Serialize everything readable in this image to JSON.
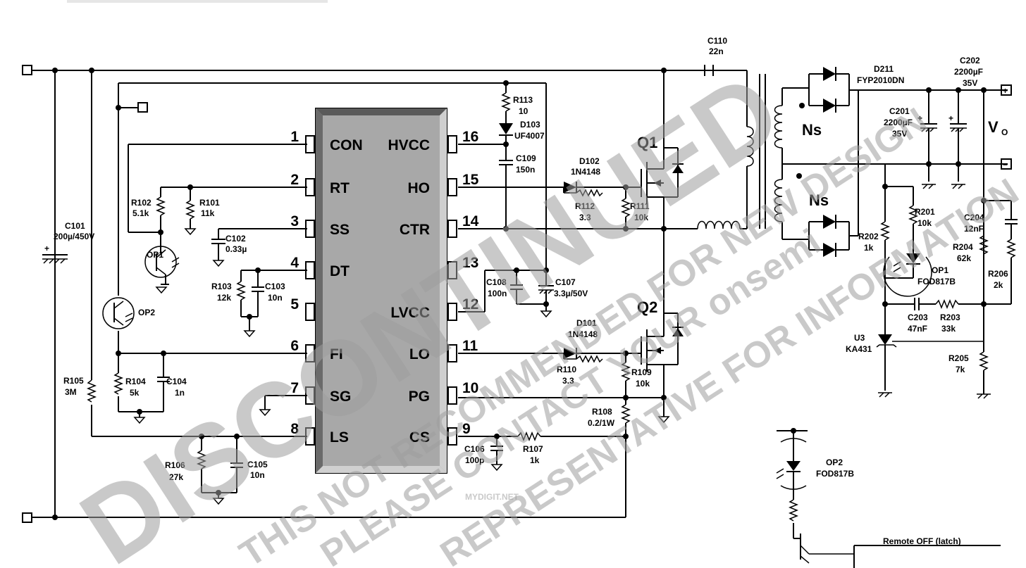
{
  "ic": {
    "pins_left": [
      {
        "num": "1",
        "name": "CON"
      },
      {
        "num": "2",
        "name": "RT"
      },
      {
        "num": "3",
        "name": "SS"
      },
      {
        "num": "4",
        "name": "DT"
      },
      {
        "num": "5",
        "name": ""
      },
      {
        "num": "6",
        "name": "FI"
      },
      {
        "num": "7",
        "name": "SG"
      },
      {
        "num": "8",
        "name": "LS"
      }
    ],
    "pins_right": [
      {
        "num": "16",
        "name": "HVCC"
      },
      {
        "num": "15",
        "name": "HO"
      },
      {
        "num": "14",
        "name": "CTR"
      },
      {
        "num": "13",
        "name": ""
      },
      {
        "num": "12",
        "name": "LVCC"
      },
      {
        "num": "11",
        "name": "LO"
      },
      {
        "num": "10",
        "name": "PG"
      },
      {
        "num": "9",
        "name": "CS"
      }
    ]
  },
  "components": {
    "C101": {
      "ref": "C101",
      "value": "200µ/450V"
    },
    "C102": {
      "ref": "C102",
      "value": "0.33µ"
    },
    "C103": {
      "ref": "C103",
      "value": "10n"
    },
    "C104": {
      "ref": "C104",
      "value": "1n"
    },
    "C105": {
      "ref": "C105",
      "value": "10n"
    },
    "C106": {
      "ref": "C106",
      "value": "100p"
    },
    "C107": {
      "ref": "C107",
      "value": "3.3µ/50V"
    },
    "C108": {
      "ref": "C108",
      "value": "100n"
    },
    "C109": {
      "ref": "C109",
      "value": "150n"
    },
    "C110": {
      "ref": "C110",
      "value": "22n"
    },
    "C201": {
      "ref": "C201",
      "value": "2200µF",
      "value2": "35V"
    },
    "C202": {
      "ref": "C202",
      "value": "2200µF",
      "value2": "35V"
    },
    "C203": {
      "ref": "C203",
      "value": "47nF"
    },
    "C204": {
      "ref": "C204",
      "value": "12nF"
    },
    "R101": {
      "ref": "R101",
      "value": "11k"
    },
    "R102": {
      "ref": "R102",
      "value": "5.1k"
    },
    "R103": {
      "ref": "R103",
      "value": "12k"
    },
    "R104": {
      "ref": "R104",
      "value": "5k"
    },
    "R105": {
      "ref": "R105",
      "value": "3M"
    },
    "R106": {
      "ref": "R106",
      "value": "27k"
    },
    "R107": {
      "ref": "R107",
      "value": "1k"
    },
    "R108": {
      "ref": "R108",
      "value": "0.2/1W"
    },
    "R109": {
      "ref": "R109",
      "value": "10k"
    },
    "R110": {
      "ref": "R110",
      "value": "3.3"
    },
    "R111": {
      "ref": "R111",
      "value": "10k"
    },
    "R112": {
      "ref": "R112",
      "value": "3.3"
    },
    "R113": {
      "ref": "R113",
      "value": "10"
    },
    "R201": {
      "ref": "R201",
      "value": "10k"
    },
    "R202": {
      "ref": "R202",
      "value": "1k"
    },
    "R203": {
      "ref": "R203",
      "value": "33k"
    },
    "R204": {
      "ref": "R204",
      "value": "62k"
    },
    "R205": {
      "ref": "R205",
      "value": "7k"
    },
    "R206": {
      "ref": "R206",
      "value": "2k"
    },
    "D101": {
      "ref": "D101",
      "value": "1N4148"
    },
    "D102": {
      "ref": "D102",
      "value": "1N4148"
    },
    "D103": {
      "ref": "D103",
      "value": "UF4007"
    },
    "D211": {
      "ref": "D211",
      "value": "FYP2010DN"
    },
    "U3": {
      "ref": "U3",
      "value": "KA431"
    },
    "Q1": {
      "ref": "Q1"
    },
    "Q2": {
      "ref": "Q2"
    },
    "OP1_left": {
      "ref": "OP1"
    },
    "OP2_left": {
      "ref": "OP2"
    },
    "OP1_right": {
      "ref": "OP1",
      "value": "FOD817B"
    },
    "OP2_right": {
      "ref": "OP2",
      "value": "FOD817B"
    }
  },
  "labels": {
    "ns_top": "Ns",
    "ns_bottom": "Ns",
    "vo": "V",
    "vo_sub": "O",
    "remote_off": "Remote OFF (latch)",
    "plus": "+",
    "minus": "−"
  },
  "watermark": {
    "line1": "DISCONTINUED",
    "line2": "THIS NOT RECOMMENDED FOR NEW DESIGN",
    "line3": "PLEASE CONTACT YOUR onsemi",
    "line4": "REPRESENTATIVE FOR INFORMATION",
    "site": "MYDIGIT.NET"
  }
}
